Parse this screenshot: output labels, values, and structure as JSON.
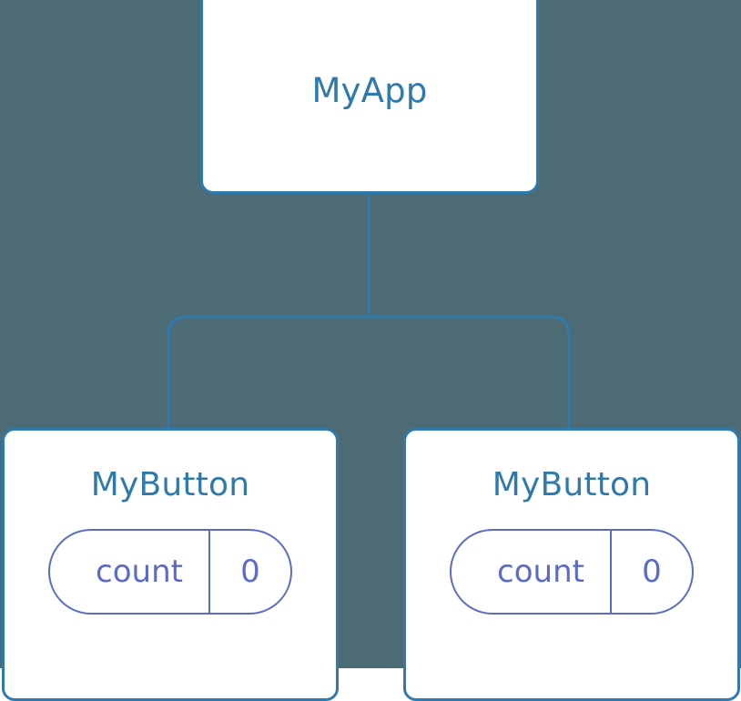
{
  "diagram": {
    "kind": "component-tree",
    "background_color": "#4d6b75",
    "node_border_color": "#2f7aad",
    "node_fill_color": "#ffffff",
    "node_title_color": "#2f7aad",
    "pill_color": "#5c6bc8",
    "connector_color": "#2f7aad"
  },
  "root": {
    "title": "MyApp"
  },
  "children": [
    {
      "title": "MyButton",
      "state": {
        "key": "count",
        "value": "0"
      }
    },
    {
      "title": "MyButton",
      "state": {
        "key": "count",
        "value": "0"
      }
    }
  ]
}
